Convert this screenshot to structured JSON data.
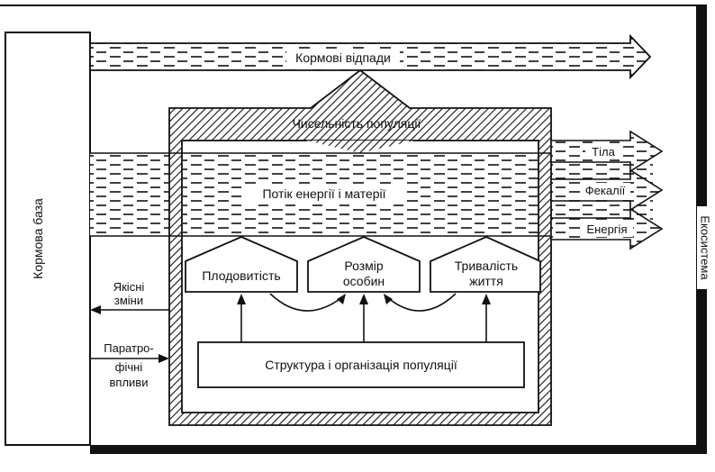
{
  "diagram": {
    "left_box_label": "Кормова база",
    "right_bar_label": "Екосистема",
    "top_flow_label": "Кормові відпади",
    "population_number_label": "Чисельність популяції",
    "energy_flow_label": "Потік енергії і матерії",
    "outputs": [
      "Тіла",
      "Фекалії",
      "Енергія"
    ],
    "traits": {
      "fertility": "Плодовитість",
      "size_line1": "Розмір",
      "size_line2": "особин",
      "lifespan_line1": "Тривалість",
      "lifespan_line2": "життя"
    },
    "structure_label": "Структура і організація популяції",
    "qualitative_line1": "Якісні",
    "qualitative_line2": "зміни",
    "paratrophic_line1": "Паратро-",
    "paratrophic_line2": "фічні",
    "paratrophic_line3": "впливи"
  }
}
